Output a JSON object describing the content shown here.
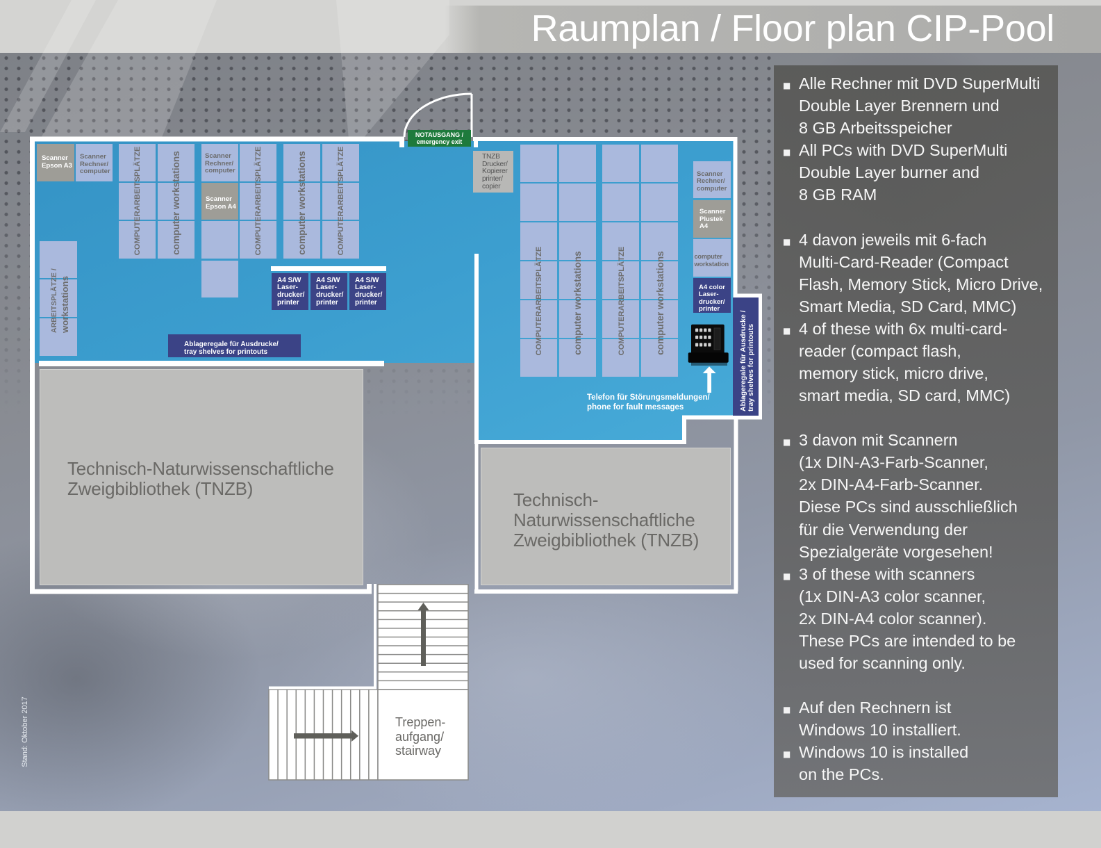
{
  "header": {
    "title": "Raumplan / Floor plan CIP-Pool"
  },
  "footer": {
    "stand": "Stand: Oktober 2017"
  },
  "colors": {
    "room_blue": "#3c9ecf",
    "desk": "#aab9dd",
    "device_gray": "#9e9d97",
    "printer_navy": "#3b4386",
    "exit_green": "#1e7a3c",
    "library_gray": "#bdbdbb",
    "stair_arrow": "#5f5f5a"
  },
  "icons": {
    "phone": "phone-icon",
    "arrow_up": "arrow-up-icon",
    "arrow_right": "arrow-right-icon",
    "door": "door-swing-icon"
  },
  "floor_plan": {
    "emergency_exit": {
      "line1": "NOTAUSGANG /",
      "line2": "emergency exit"
    },
    "left_room": {
      "scanner_a3": {
        "lines": [
          "Scanner",
          "Epson A3"
        ]
      },
      "scanner_pc_1": {
        "lines": [
          "Scanner",
          "Rechner/",
          "computer"
        ]
      },
      "scanner_pc_2": {
        "lines": [
          "Scanner",
          "Rechner/",
          "computer"
        ]
      },
      "scanner_a4": {
        "lines": [
          "Scanner",
          "Epson A4"
        ]
      },
      "workstation_columns": [
        {
          "label": "COMPUTERARBEITSPLÄTZE"
        },
        {
          "label": "computer workstations"
        },
        {
          "label": "COMPUTERARBEITSPLÄTZE"
        },
        {
          "label": "computer workstations"
        },
        {
          "label": "COMPUTERARBEITSPLÄTZE"
        }
      ],
      "side_workstations": {
        "line1": "ARBEITSPLÄTZE /",
        "line2": "workstations"
      },
      "printers": [
        {
          "lines": [
            "A4 S/W",
            "Laser-",
            "drucker/",
            "printer"
          ]
        },
        {
          "lines": [
            "A4 S/W",
            "Laser-",
            "drucker/",
            "printer"
          ]
        },
        {
          "lines": [
            "A4 S/W",
            "Laser-",
            "drucker/",
            "printer"
          ]
        }
      ],
      "shelf": {
        "line1": "Ablageregale für Ausdrucke/",
        "line2": "tray shelves for printouts"
      }
    },
    "right_room": {
      "tnzb_copier": {
        "lines": [
          "TNZB",
          "Drucker/",
          "Kopierer",
          "printer/",
          "copier"
        ]
      },
      "workstation_columns": [
        {
          "label": "COMPUTERARBEITSPLÄTZE"
        },
        {
          "label": "computer workstations"
        },
        {
          "label": "COMPUTERARBEITSPLÄTZE"
        },
        {
          "label": "computer workstations"
        }
      ],
      "scanner_pc": {
        "lines": [
          "Scanner",
          "Rechner/",
          "computer"
        ]
      },
      "scanner_plustek": {
        "lines": [
          "Scanner",
          "Plustek",
          "A4"
        ]
      },
      "workstation": {
        "lines": [
          "computer",
          "workstation"
        ]
      },
      "color_printer": {
        "lines": [
          "A4 color",
          "Laser-",
          "drucker/",
          "printer"
        ]
      },
      "phone_note": {
        "line1": "Telefon für Störungsmeldungen/",
        "line2": "phone for fault messages"
      },
      "shelf": {
        "line1": "Ablageregale für Ausdrucke /",
        "line2": "tray shelves for printouts"
      }
    },
    "library_left": {
      "lines": [
        "Technisch-Naturwissenschaftliche",
        "Zweigbibliothek (TNZB)"
      ]
    },
    "library_right": {
      "lines": [
        "Technisch-",
        "Naturwissenschaftliche",
        "Zweigbibliothek (TNZB)"
      ]
    },
    "stairway": {
      "lines": [
        "Treppen-",
        "aufgang/",
        "stairway"
      ]
    }
  },
  "info_panel": {
    "bullet": "■",
    "groups": [
      {
        "items": [
          {
            "lines": [
              "Alle Rechner mit DVD SuperMulti",
              "Double Layer Brennern und",
              "8 GB Arbeitsspeicher"
            ]
          },
          {
            "lines": [
              "All PCs with DVD SuperMulti",
              "Double Layer burner and",
              "8 GB RAM"
            ]
          }
        ]
      },
      {
        "items": [
          {
            "lines": [
              "4 davon jeweils mit 6-fach",
              "Multi-Card-Reader (Compact",
              "Flash, Memory Stick, Micro Drive,",
              "Smart Media, SD Card, MMC)"
            ]
          },
          {
            "lines": [
              "4 of these with 6x multi-card-",
              "reader (compact flash,",
              "memory stick, micro drive,",
              "smart media, SD card, MMC)"
            ]
          }
        ]
      },
      {
        "items": [
          {
            "lines": [
              "3 davon mit Scannern",
              "(1x DIN-A3-Farb-Scanner,",
              "2x DIN-A4-Farb-Scanner.",
              "Diese PCs sind ausschließlich",
              "für die Verwendung der",
              "Spezialgeräte vorgesehen!"
            ]
          },
          {
            "lines": [
              "3 of these with scanners",
              "(1x DIN-A3 color scanner,",
              "2x DIN-A4 color scanner).",
              "These PCs are intended to be",
              "used for scanning only."
            ]
          }
        ]
      },
      {
        "items": [
          {
            "lines": [
              "Auf den Rechnern ist",
              "Windows 10 installiert."
            ]
          },
          {
            "lines": [
              "Windows 10 is installed",
              "on the PCs."
            ]
          }
        ]
      }
    ]
  }
}
